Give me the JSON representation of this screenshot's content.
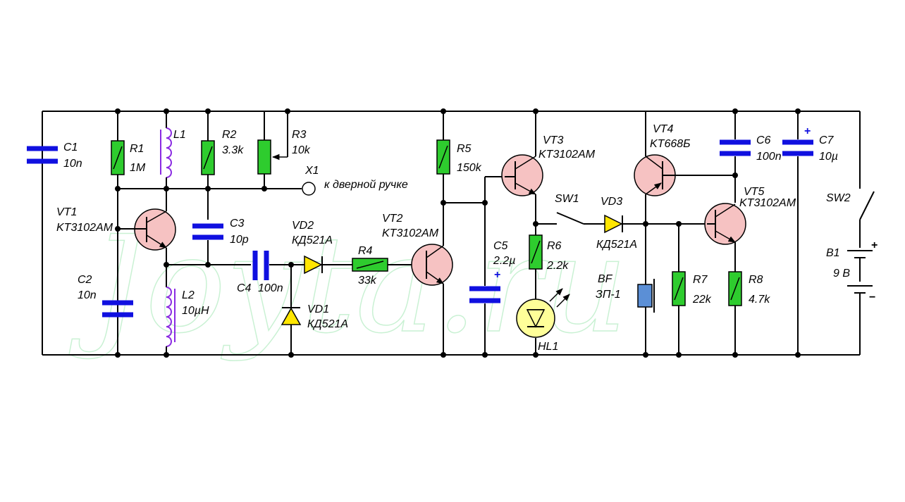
{
  "watermark": "Joyta.ru",
  "labels": {
    "C1": "C1",
    "C1v": "10n",
    "R1": "R1",
    "R1v": "1M",
    "L1": "L1",
    "R2": "R2",
    "R2v": "3.3k",
    "R3": "R3",
    "R3v": "10k",
    "X1": "X1",
    "X1d": "к дверной ручке",
    "VT1": "VT1",
    "VT1t": "KT3102AM",
    "C3": "C3",
    "C3v": "10p",
    "C2": "C2",
    "C2v": "10n",
    "L2": "L2",
    "L2v": "10µH",
    "C4": "C4",
    "C4v": "100n",
    "VD2": "VD2",
    "VD2t": "КД521А",
    "VD1": "VD1",
    "VD1t": "КД521А",
    "R4": "R4",
    "R4v": "33k",
    "VT2": "VT2",
    "VT2t": "KT3102AM",
    "R5": "R5",
    "R5v": "150k",
    "VT3": "VT3",
    "VT3t": "KT3102AM",
    "C5": "C5",
    "C5v": "2.2µ",
    "R6": "R6",
    "R6v": "2.2k",
    "HL1": "HL1",
    "SW1": "SW1",
    "VD3": "VD3",
    "VD3t": "КД521А",
    "VT4": "VT4",
    "VT4t": "KT668Б",
    "C6": "C6",
    "C6v": "100n",
    "C7": "C7",
    "C7v": "10µ",
    "VT5": "VT5",
    "VT5t": "KT3102AM",
    "SW2": "SW2",
    "BF": "BF",
    "BFt": "ЗП-1",
    "R7": "R7",
    "R7v": "22k",
    "R8": "R8",
    "R8v": "4.7k",
    "B1": "B1",
    "B1v": "9 В",
    "plus": "+",
    "minus": "−"
  },
  "colors": {
    "resistor": "#2ecc2e",
    "capacitor": "#1010e0",
    "inductor": "#8a2be2",
    "transistor": "#f6c2c2",
    "diode": "#ffe600",
    "led": "#ffff99",
    "speaker": "#5b8fd6"
  }
}
